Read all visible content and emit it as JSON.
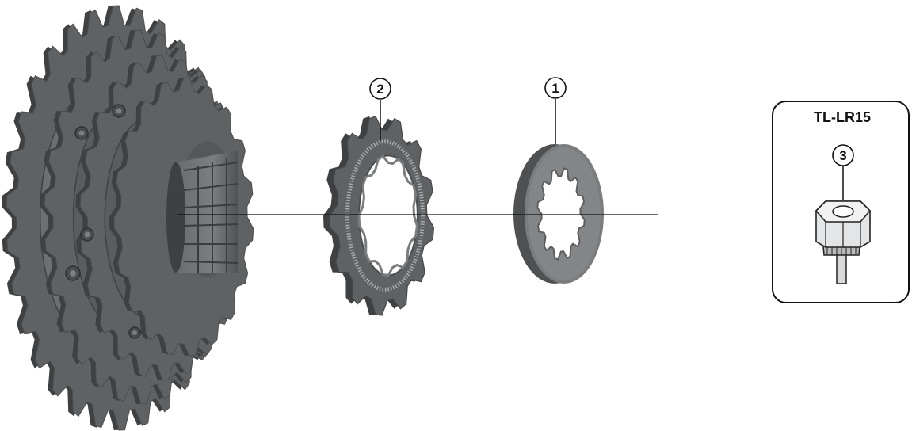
{
  "diagram": {
    "callouts": [
      {
        "id": "1",
        "label": "1"
      },
      {
        "id": "2",
        "label": "2"
      },
      {
        "id": "3",
        "label": "3"
      }
    ],
    "tool_box": {
      "title": "TL-LR15"
    },
    "colors": {
      "part_fill": "#5f6163",
      "part_dark": "#3e4042",
      "part_light": "#8a8c8e",
      "line": "#111111",
      "background": "#ffffff"
    }
  }
}
